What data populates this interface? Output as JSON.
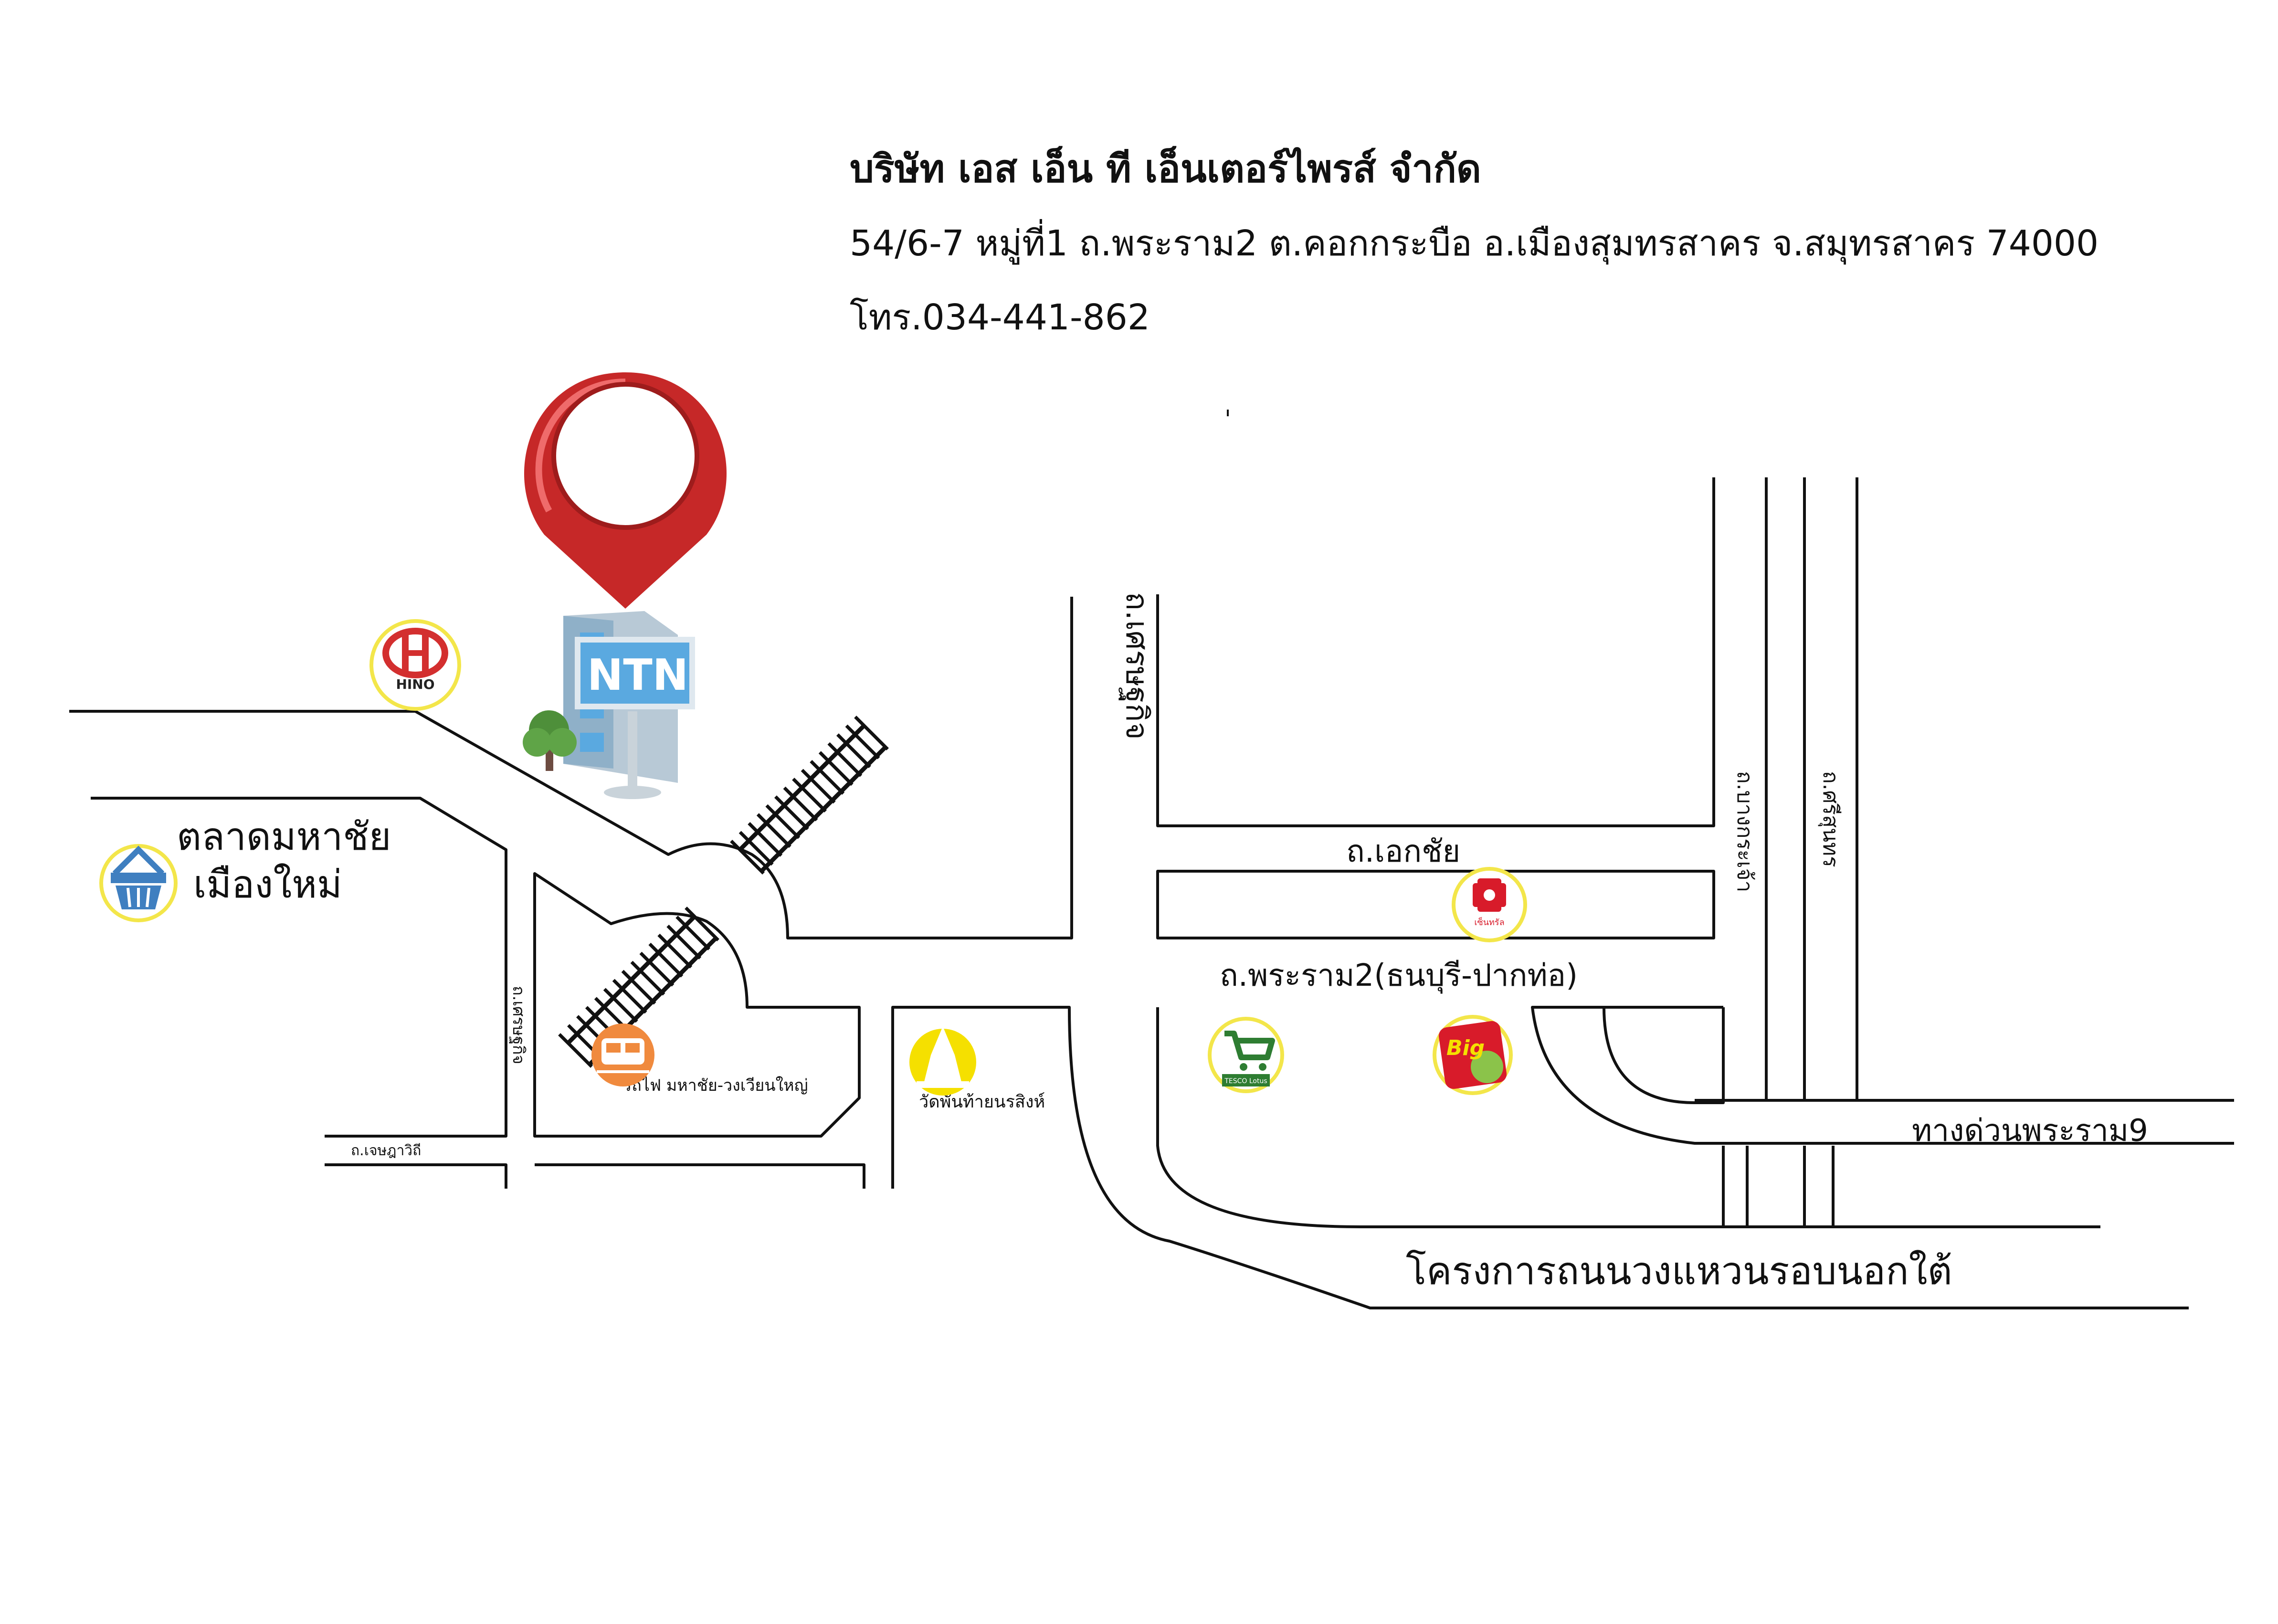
{
  "header": {
    "company": "บริษัท เอส เอ็น ที เอ็นเตอร์ไพรส์ จำกัด",
    "address": "54/6-7 หมู่ที่1 ถ.พระราม2  ต.คอกกระบือ อ.เมืองสุมทรสาคร จ.สมุทรสาคร 74000",
    "phone": "โทร.034-441-862"
  },
  "map": {
    "labels": {
      "market_line1": "ตลาดมหาชัย",
      "market_line2": "เมืองใหม่",
      "road_ekachai": "ถ.เอกชัย",
      "road_rama2": "ถ.พระราม2(ธนบุรี-ปากท่อ)",
      "expressway_rama9": "ทางด่วนพระราม9",
      "outer_ring_road": "โครงการถนนวงแหวนรอบนอกใต้",
      "road_setthakit": "ถ.เศรษฐกิจ",
      "road_chetsadawithi": "ถ.เจษฎาวิถี",
      "road_vertical_a": "ถ.บางกระเจ้า",
      "road_vertical_b": "ถ.ศรีสุนทร",
      "road_sethakit_left": "ถ.เศรษฐกิจ",
      "train_station": "รถไฟ  มหาชัย-วงเวียนใหญ่",
      "temple": "วัดพันท้ายนรสิงห์"
    },
    "logos": {
      "hino": "HINO",
      "company_sign": "NTN",
      "big_c": "Big",
      "tesco": "TESCO Lotus",
      "central": "เซ็นทรัล"
    },
    "colors": {
      "pin_red": "#c62828",
      "hino_red": "#d32f2f",
      "logo_ring": "#f3e64a",
      "market_blue": "#3f7fc0",
      "train_orange": "#f08a3e",
      "temple_yellow": "#f5e000",
      "tesco_green": "#2e7d32",
      "bigc_red": "#d81b2a",
      "bigc_green": "#8bc34a",
      "building_blue": "#5aa9e0"
    },
    "icons": [
      "map-pin-icon",
      "building-icon",
      "tree-icon",
      "hino-logo-icon",
      "shopping-basket-icon",
      "train-icon",
      "temple-icon",
      "tesco-cart-icon",
      "big-c-logo-icon",
      "central-logo-icon"
    ]
  }
}
